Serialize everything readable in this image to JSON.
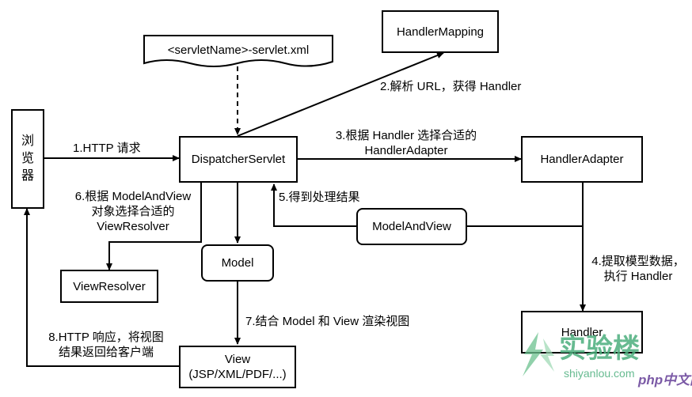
{
  "nodes": {
    "browser": [
      "浏",
      "览",
      "器"
    ],
    "config": "<servletName>-servlet.xml",
    "handler_mapping": "HandlerMapping",
    "dispatcher": "DispatcherServlet",
    "handler_adapter": "HandlerAdapter",
    "model_and_view": "ModelAndView",
    "view_resolver": "ViewResolver",
    "model": "Model",
    "handler": "Handler",
    "view": [
      "View",
      "(JSP/XML/PDF/...)"
    ]
  },
  "edges": {
    "e1": "1.HTTP 请求",
    "e2": "2.解析 URL，获得 Handler",
    "e3": [
      "3.根据 Handler 选择合适的",
      "HandlerAdapter"
    ],
    "e4": [
      "4.提取模型数据，",
      "执行 Handler"
    ],
    "e5": "5.得到处理结果",
    "e6": [
      "6.根据 ModelAndView",
      "对象选择合适的",
      "ViewResolver"
    ],
    "e7": "7.结合 Model 和 View 渲染视图",
    "e8": [
      "8.HTTP 响应，将视图",
      "结果返回给客户端"
    ]
  },
  "watermarks": {
    "shiyanlou_cn": "实验楼",
    "shiyanlou_en": "shiyanlou.com",
    "php_cn": "php中文网"
  },
  "colors": {
    "line": "#000000",
    "watermark_green": "#4caf7d",
    "php_purple": "#7b5aa6"
  }
}
